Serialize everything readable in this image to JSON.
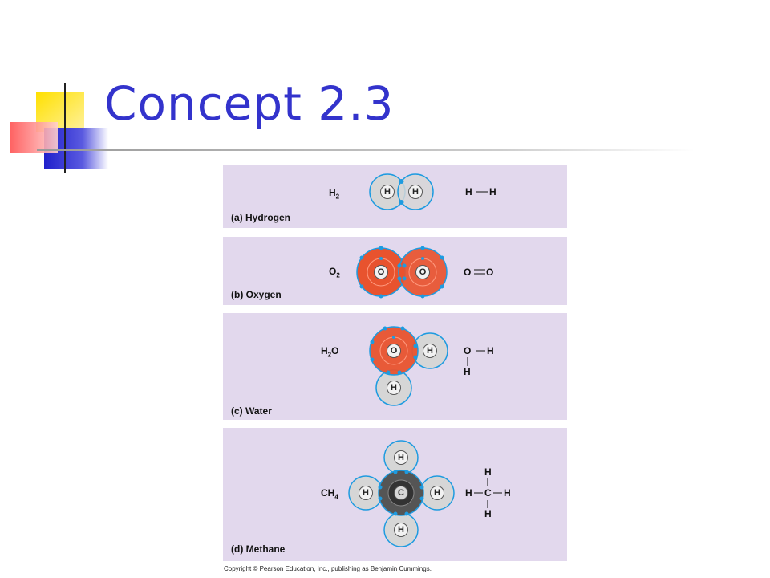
{
  "title": "Concept 2.3",
  "panels": {
    "hydrogen": {
      "caption": "(a) Hydrogen",
      "formula_main": "H",
      "formula_sub": "2",
      "atom1": "H",
      "atom2": "H",
      "struct_a": "H",
      "struct_b": "H"
    },
    "oxygen": {
      "caption": "(b) Oxygen",
      "formula_main": "O",
      "formula_sub": "2",
      "atom1": "O",
      "atom2": "O",
      "struct_a": "O",
      "struct_b": "O"
    },
    "water": {
      "caption": "(c)  Water",
      "formula_h": "H",
      "formula_sub": "2",
      "formula_o": "O",
      "atom_o": "O",
      "atom_h1": "H",
      "atom_h2": "H",
      "struct_o": "O",
      "struct_h1": "H",
      "struct_h2": "H"
    },
    "methane": {
      "caption": "(d) Methane",
      "formula_main": "CH",
      "formula_sub": "4",
      "atom_c": "C",
      "atom_top": "H",
      "atom_left": "H",
      "atom_right": "H",
      "atom_bottom": "H",
      "struct_c": "C",
      "struct_top": "H",
      "struct_left": "H",
      "struct_right": "H",
      "struct_bottom": "H"
    }
  },
  "copyright": "Copyright © Pearson Education, Inc., publishing as Benjamin Cummings.",
  "colors": {
    "title": "#3333cc",
    "panel_bg": "#e2d8ed",
    "electron": "#1e9be0",
    "oxygen": "#e8532e",
    "carbon": "#555555"
  }
}
